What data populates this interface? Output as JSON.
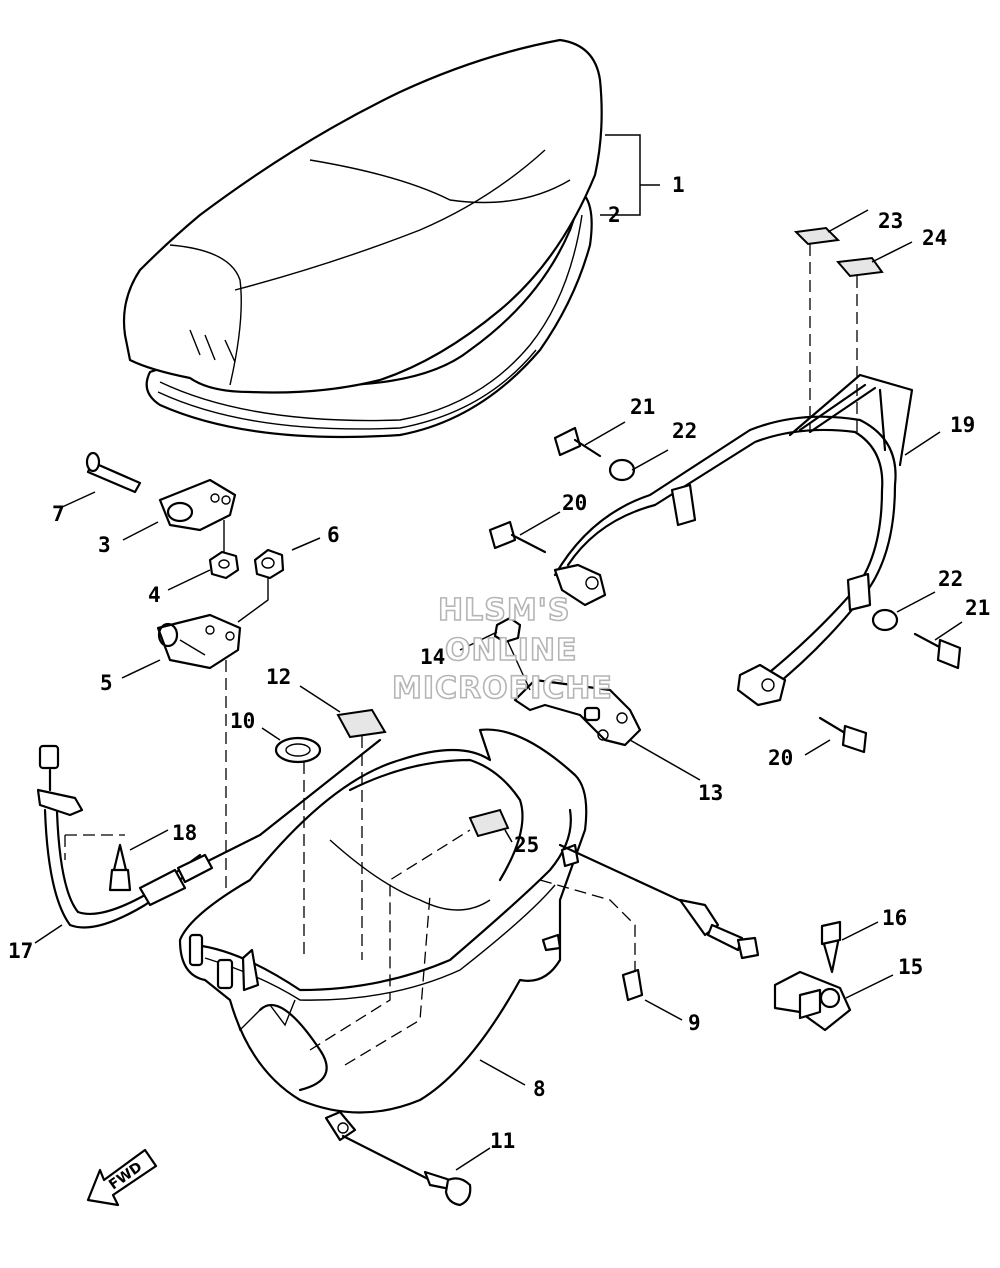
{
  "watermark": {
    "line1": "HLSM'S",
    "line2": "ONLINE",
    "line3": "MICROFICHE"
  },
  "direction_arrow": {
    "label": "FWD",
    "icon": "forward-arrow-icon"
  },
  "callouts": {
    "c1": "1",
    "c2": "2",
    "c3": "3",
    "c4": "4",
    "c5": "5",
    "c6": "6",
    "c7": "7",
    "c8": "8",
    "c9": "9",
    "c10": "10",
    "c11": "11",
    "c12": "12",
    "c13": "13",
    "c14": "14",
    "c15": "15",
    "c16": "16",
    "c17": "17",
    "c18": "18",
    "c19": "19",
    "c20a": "20",
    "c20b": "20",
    "c21a": "21",
    "c21b": "21",
    "c22a": "22",
    "c22b": "22",
    "c23": "23",
    "c24": "24",
    "c25": "25"
  }
}
